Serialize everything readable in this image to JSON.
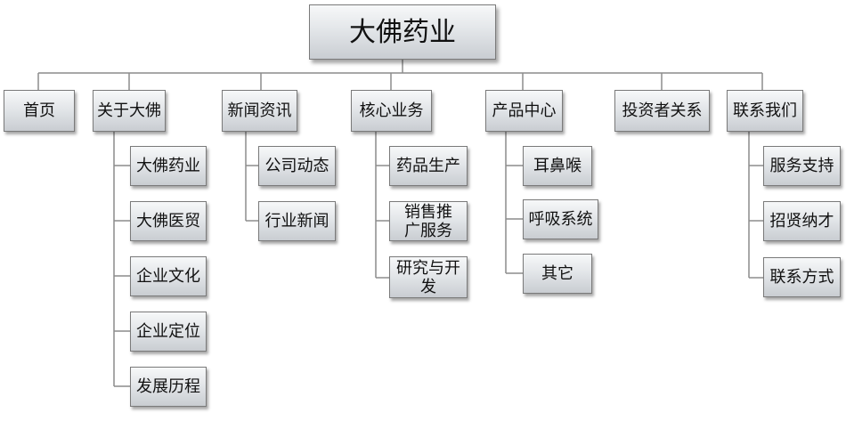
{
  "root": {
    "label": "大佛药业"
  },
  "categories": [
    {
      "label": "首页",
      "children": []
    },
    {
      "label": "关于大佛",
      "children": [
        "大佛药业",
        "大佛医贸",
        "企业文化",
        "企业定位",
        "发展历程"
      ]
    },
    {
      "label": "新闻资讯",
      "children": [
        "公司动态",
        "行业新闻"
      ]
    },
    {
      "label": "核心业务",
      "children": [
        "药品生产",
        "销售推广服务",
        "研究与开发"
      ]
    },
    {
      "label": "产品中心",
      "children": [
        "耳鼻喉",
        "呼吸系统",
        "其它"
      ]
    },
    {
      "label": "投资者关系",
      "children": []
    },
    {
      "label": "联系我们",
      "children": [
        "服务支持",
        "招贤纳才",
        "联系方式"
      ]
    }
  ],
  "colors": {
    "line": "#8c8c8c",
    "border": "#7a7a7a",
    "text": "#111111"
  }
}
